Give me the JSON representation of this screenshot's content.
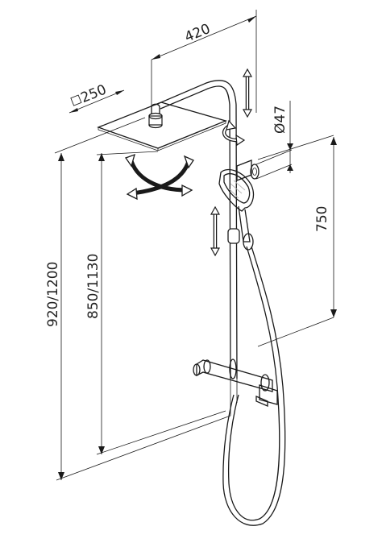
{
  "dimensions": {
    "arm_length": "420",
    "head_size": "250",
    "head_size_symbol": "□",
    "bar_diameter": "Ø47",
    "outlet_height": "750",
    "head_height_min_max": "850/1130",
    "total_height_min_max": "920/1200"
  }
}
